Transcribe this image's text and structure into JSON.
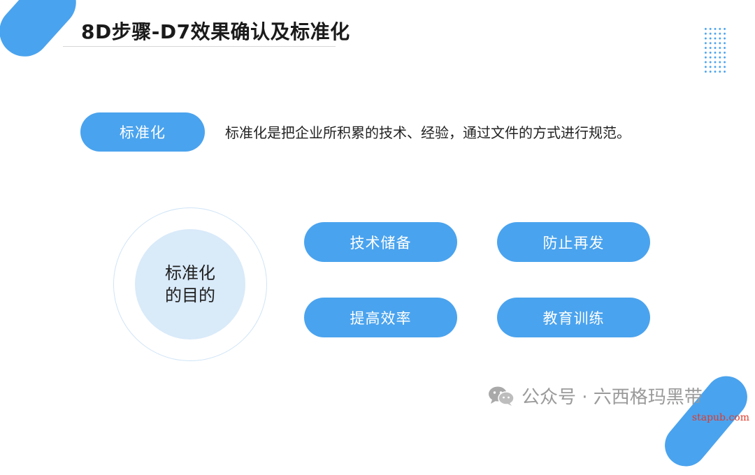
{
  "slide": {
    "title": "8D步骤-D7效果确认及标准化"
  },
  "definition": {
    "label": "标准化",
    "text": "标准化是把企业所积累的技术、经验，通过文件的方式进行规范。"
  },
  "purpose": {
    "center_line1": "标准化",
    "center_line2": "的目的",
    "items": [
      "技术储备",
      "防止再发",
      "提高效率",
      "教育训练"
    ]
  },
  "watermark": {
    "text": "公众号 · 六西格玛黑带",
    "site": "stapub.com"
  },
  "colors": {
    "accent": "#4aa3ee",
    "circle_fill": "#d9eaf9"
  }
}
